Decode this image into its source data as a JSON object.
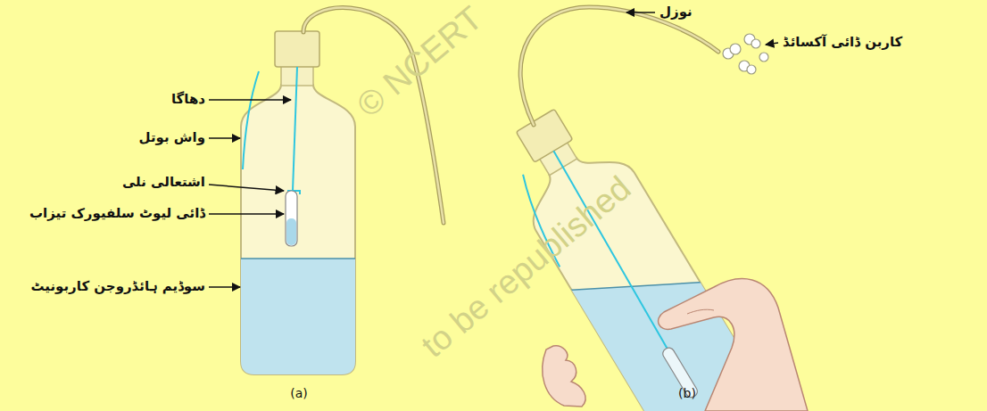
{
  "diagram": {
    "labels": [
      "دھاگا",
      "واش بوتل",
      "اشتعالی نلی",
      "ڈائی لیوٹ سلفیورک تیزاب",
      "سوڈیم ہائڈروجن کاربونیٹ",
      "(a)",
      "نوزل",
      "کاربن ڈائی آکسائڈ",
      "(b)",
      "© NCERT",
      "to be republished"
    ]
  }
}
